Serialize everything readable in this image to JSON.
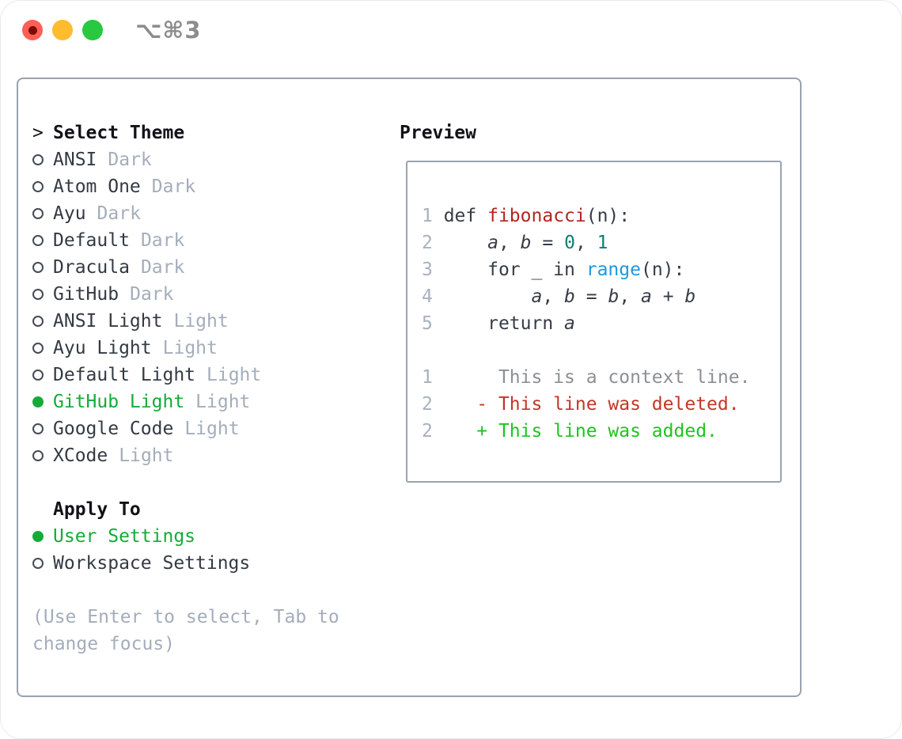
{
  "titlebar": {
    "title": "⌥⌘3",
    "traffic_lights": [
      {
        "name": "close",
        "color": "#ff5f57"
      },
      {
        "name": "minimize",
        "color": "#febc2e"
      },
      {
        "name": "zoom",
        "color": "#28c840"
      }
    ]
  },
  "theme_list": {
    "header_marker": ">",
    "header": "Select Theme",
    "items": [
      {
        "label": "ANSI",
        "variant": "Dark",
        "selected": false
      },
      {
        "label": "Atom One",
        "variant": "Dark",
        "selected": false
      },
      {
        "label": "Ayu",
        "variant": "Dark",
        "selected": false
      },
      {
        "label": "Default",
        "variant": "Dark",
        "selected": false
      },
      {
        "label": "Dracula",
        "variant": "Dark",
        "selected": false
      },
      {
        "label": "GitHub",
        "variant": "Dark",
        "selected": false
      },
      {
        "label": "ANSI Light",
        "variant": "Light",
        "selected": false
      },
      {
        "label": "Ayu Light",
        "variant": "Light",
        "selected": false
      },
      {
        "label": "Default Light",
        "variant": "Light",
        "selected": false
      },
      {
        "label": "GitHub Light",
        "variant": "Light",
        "selected": true
      },
      {
        "label": "Google Code",
        "variant": "Light",
        "selected": false
      },
      {
        "label": "XCode",
        "variant": "Light",
        "selected": false
      }
    ]
  },
  "apply_to": {
    "header": "Apply To",
    "options": [
      {
        "label": "User Settings",
        "selected": true
      },
      {
        "label": "Workspace Settings",
        "selected": false
      }
    ]
  },
  "hint": "(Use Enter to select, Tab to change focus)",
  "preview": {
    "label": "Preview",
    "lines": [
      {
        "tokens": [
          {
            "t": "1",
            "c": "ln"
          },
          {
            "t": " def ",
            "c": "fg"
          },
          {
            "t": "fibonacci",
            "c": "func"
          },
          {
            "t": "(n):",
            "c": "fg"
          }
        ]
      },
      {
        "tokens": [
          {
            "t": "2",
            "c": "ln"
          },
          {
            "t": "     ",
            "c": "fg"
          },
          {
            "t": "a",
            "c": "var"
          },
          {
            "t": ", ",
            "c": "fg"
          },
          {
            "t": "b",
            "c": "var"
          },
          {
            "t": " = ",
            "c": "fg"
          },
          {
            "t": "0",
            "c": "num"
          },
          {
            "t": ", ",
            "c": "fg"
          },
          {
            "t": "1",
            "c": "num"
          }
        ]
      },
      {
        "tokens": [
          {
            "t": "3",
            "c": "ln"
          },
          {
            "t": "     for _ in ",
            "c": "fg"
          },
          {
            "t": "range",
            "c": "builtin"
          },
          {
            "t": "(n):",
            "c": "fg"
          }
        ]
      },
      {
        "tokens": [
          {
            "t": "4",
            "c": "ln"
          },
          {
            "t": "         ",
            "c": "fg"
          },
          {
            "t": "a",
            "c": "var"
          },
          {
            "t": ", ",
            "c": "fg"
          },
          {
            "t": "b",
            "c": "var"
          },
          {
            "t": " = ",
            "c": "fg"
          },
          {
            "t": "b",
            "c": "var"
          },
          {
            "t": ", ",
            "c": "fg"
          },
          {
            "t": "a",
            "c": "var"
          },
          {
            "t": " + ",
            "c": "fg"
          },
          {
            "t": "b",
            "c": "var"
          }
        ]
      },
      {
        "tokens": [
          {
            "t": "5",
            "c": "ln"
          },
          {
            "t": "     return ",
            "c": "fg"
          },
          {
            "t": "a",
            "c": "var"
          }
        ]
      },
      {
        "tokens": []
      },
      {
        "tokens": [
          {
            "t": "1",
            "c": "ln"
          },
          {
            "t": "      This is a context line.",
            "c": "ctx"
          }
        ]
      },
      {
        "tokens": [
          {
            "t": "2",
            "c": "ln"
          },
          {
            "t": "    ",
            "c": "fg"
          },
          {
            "t": "- This line was deleted.",
            "c": "del"
          }
        ]
      },
      {
        "tokens": [
          {
            "t": "2",
            "c": "ln"
          },
          {
            "t": "    ",
            "c": "fg"
          },
          {
            "t": "+ This line was added.",
            "c": "add"
          }
        ]
      }
    ]
  },
  "colors": {
    "selected_green": "#14ab38",
    "added_green": "#1ec41e",
    "deleted_red": "#c23628",
    "function_red": "#b0271f",
    "builtin_blue": "#1f97dc",
    "number_teal": "#0e7d74",
    "context_gray": "#8b9096",
    "line_number_gray": "#a8b1bf",
    "variant_gray": "#a4adbb",
    "panel_border_gray": "#9aa3ae",
    "title_gray": "#8c8c8c"
  }
}
